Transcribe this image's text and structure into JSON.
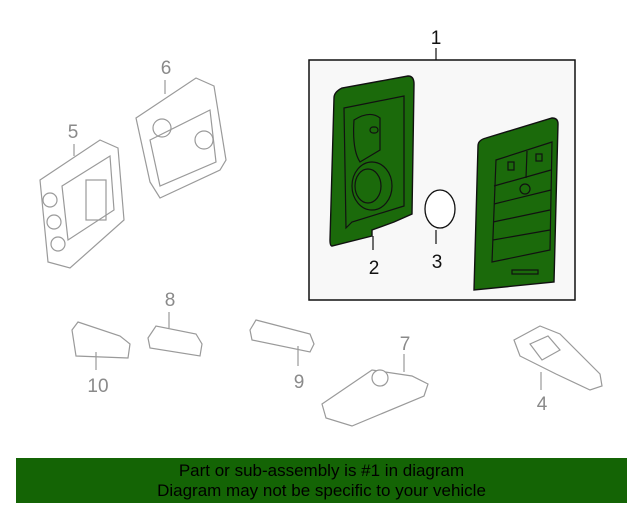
{
  "callouts": {
    "c1": "1",
    "c2": "2",
    "c3": "3",
    "c4": "4",
    "c5": "5",
    "c6": "6",
    "c7": "7",
    "c8": "8",
    "c9": "9",
    "c10": "10"
  },
  "banner": {
    "line1": "Part or sub-assembly is #1 in diagram",
    "line2": "Diagram may not be specific to your vehicle"
  },
  "colors": {
    "highlight": "#1b6a0b",
    "banner": "#146405"
  }
}
